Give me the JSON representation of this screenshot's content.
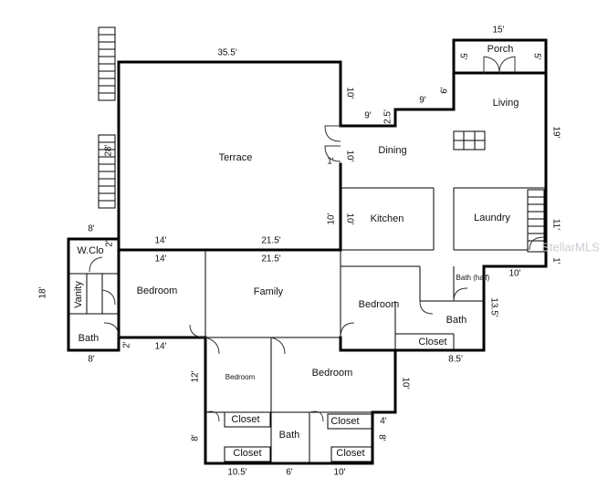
{
  "rooms": {
    "terrace": "Terrace",
    "dining": "Dining",
    "living": "Living",
    "porch": "Porch",
    "kitchen": "Kitchen",
    "laundry": "Laundry",
    "bath_half": "Bath (half)",
    "wclo": "W.Clo",
    "vanity": "Vanity",
    "bath_left": "Bath",
    "bedroom_left": "Bedroom",
    "family": "Family",
    "bedroom_mid": "Bedroom",
    "bath_mid": "Bath",
    "closet_mid": "Closet",
    "bedroom_small": "Bedroom",
    "bedroom_bottom": "Bedroom",
    "closet_bl_top": "Closet",
    "closet_bl_bot": "Closet",
    "bath_bottom": "Bath",
    "closet_br_top": "Closet",
    "closet_br_bot": "Closet"
  },
  "dimensions": {
    "terrace_top": "35.5'",
    "terrace_left": "28'",
    "terrace_right_a": "10'",
    "dining_step_9a": "9'",
    "dining_step_25": "2.5'",
    "dining_step_9b": "9'",
    "dining_step_6": "6'",
    "dining_right": "10'",
    "dining_1": "1'",
    "kitchen_right": "10'",
    "terrace_inner_right": "10'",
    "porch_top": "15'",
    "porch_left": "5'",
    "porch_right": "5'",
    "living_right": "19'",
    "laundry_right": "11'",
    "laundry_1": "1'",
    "bath_half_bottom": "10'",
    "bath_right": "13.5'",
    "closet_bottom": "8.5'",
    "wclo_top": "8'",
    "wclo_2": "2'",
    "bedroom_left_top": "14'",
    "family_top": "21.5'",
    "bedroom_left_top_inner": "14'",
    "family_top_inner": "21.5'",
    "left_side": "18'",
    "bath_left_bottom": "8'",
    "bedroom_left_2": "2'",
    "bedroom_left_bottom": "14'",
    "bedroom_small_left": "12'",
    "bottom_left": "8'",
    "bottom_10_5": "10.5'",
    "bottom_6": "6'",
    "bottom_10": "10'",
    "bottom_right_10": "10'",
    "bottom_right_4": "4'",
    "bottom_right_8": "8'"
  },
  "watermark": "StellarMLS"
}
